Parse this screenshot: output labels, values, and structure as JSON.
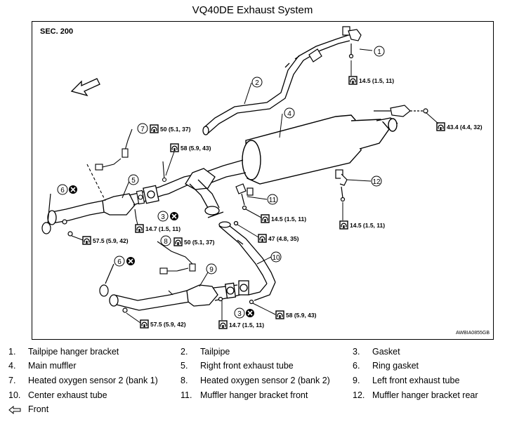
{
  "title": "VQ40DE Exhaust System",
  "section": "SEC. 200",
  "image_code": "AWBIA0855GB",
  "callouts": [
    "1",
    "2",
    "3",
    "4",
    "5",
    "6",
    "7",
    "8",
    "9",
    "10",
    "11",
    "12",
    "3",
    "6"
  ],
  "torques": {
    "t1": "14.5 (1.5, 11)",
    "t2": "43.4 (4.4, 32)",
    "t3": "50 (5.1, 37)",
    "t4": "58 (5.9, 43)",
    "t5": "14.5 (1.5, 11)",
    "t6": "14.5 (1.5, 11)",
    "t7": "57.5 (5.9, 42)",
    "t8": "14.7 (1.5, 11)",
    "t9": "47 (4.8, 35)",
    "t10": "50 (5.1, 37)",
    "t11": "57.5 (5.9, 42)",
    "t12": "14.7 (1.5, 11)",
    "t13": "58 (5.9, 43)"
  },
  "legend": [
    {
      "num": "1.",
      "label": "Tailpipe hanger bracket"
    },
    {
      "num": "2.",
      "label": "Tailpipe"
    },
    {
      "num": "3.",
      "label": "Gasket"
    },
    {
      "num": "4.",
      "label": "Main muffler"
    },
    {
      "num": "5.",
      "label": "Right front exhaust tube"
    },
    {
      "num": "6.",
      "label": "Ring gasket"
    },
    {
      "num": "7.",
      "label": "Heated oxygen sensor 2 (bank 1)"
    },
    {
      "num": "8.",
      "label": "Heated oxygen sensor 2 (bank 2)"
    },
    {
      "num": "9.",
      "label": "Left front exhaust tube"
    },
    {
      "num": "10.",
      "label": "Center exhaust tube"
    },
    {
      "num": "11.",
      "label": "Muffler hanger bracket front"
    },
    {
      "num": "12.",
      "label": "Muffler hanger bracket rear"
    }
  ],
  "front_label": "Front",
  "icons": {
    "torque": "torque-wrench-icon",
    "replace": "do-not-reuse-icon",
    "front": "front-arrow-icon"
  }
}
